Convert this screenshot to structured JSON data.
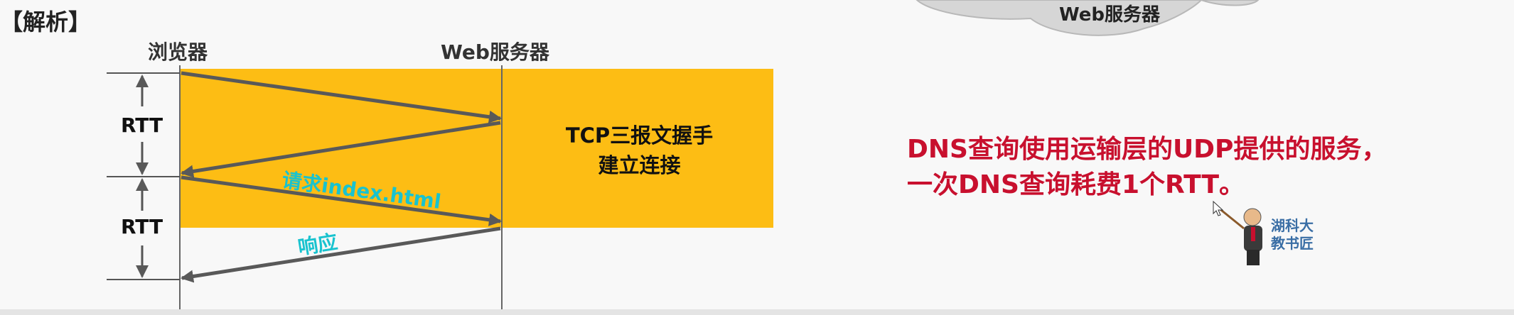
{
  "section_title": "【解析】",
  "columns": {
    "browser": "浏览器",
    "server": "Web服务器"
  },
  "rtt_labels": [
    "RTT",
    "RTT"
  ],
  "tcp_box": {
    "line1": "TCP三报文握手",
    "line2": "建立连接"
  },
  "arrow_labels": {
    "request": "请求index.html",
    "response": "响应"
  },
  "cloud_label": "Web服务器",
  "note": {
    "line1": "DNS查询使用运输层的UDP提供的服务，",
    "line2": "一次DNS查询耗费1个RTT。"
  },
  "badge": {
    "line1": "湖科大",
    "line2": "教书匠"
  },
  "colors": {
    "box": "#fdbd14",
    "arrow": "#595959",
    "note": "#c8102e",
    "label": "#19c3cf"
  }
}
